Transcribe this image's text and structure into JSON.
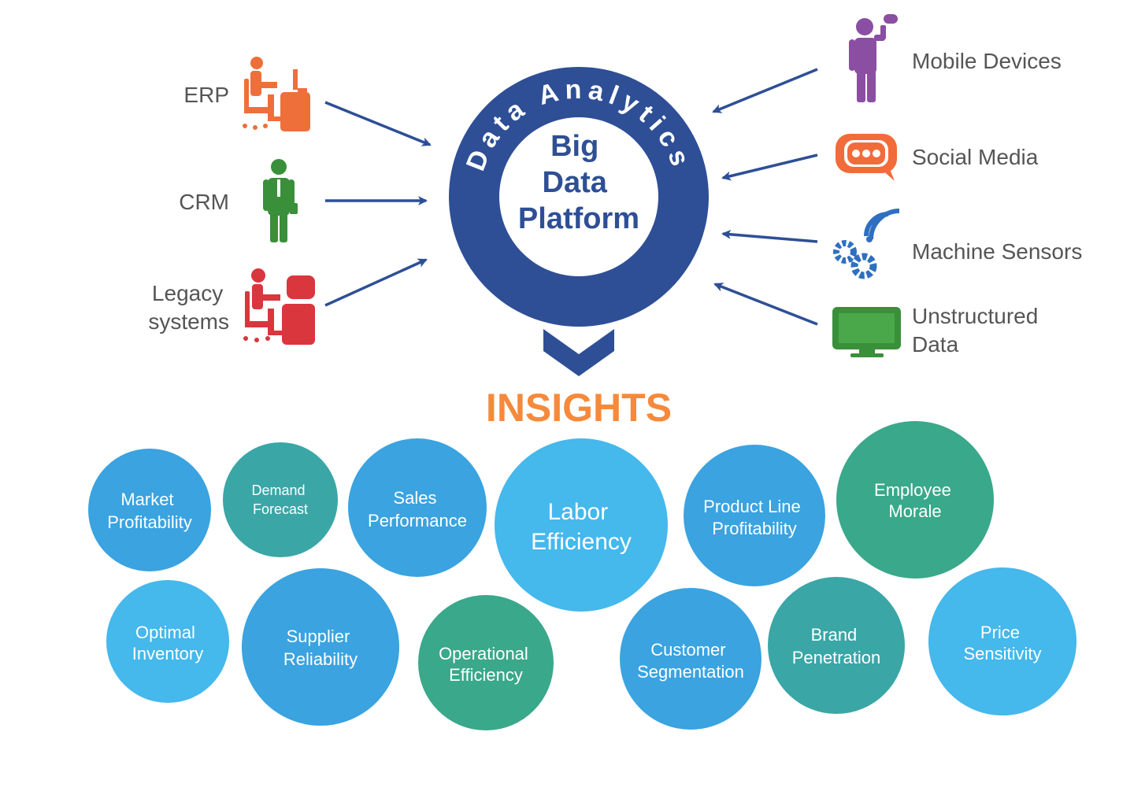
{
  "left_sources": [
    {
      "lines": [
        "ERP"
      ],
      "icon": "person-at-desk-icon",
      "color": "#ef6f3a"
    },
    {
      "lines": [
        "CRM"
      ],
      "icon": "businessman-icon",
      "color": "#3a8f3a"
    },
    {
      "lines": [
        "Legacy",
        "systems"
      ],
      "icon": "person-at-computer-icon",
      "color": "#d9363e"
    }
  ],
  "right_sources": [
    {
      "lines": [
        "Mobile Devices"
      ],
      "icon": "person-with-phone-icon",
      "color": "#8a4ea3"
    },
    {
      "lines": [
        "Social Media"
      ],
      "icon": "chat-bubble-icon",
      "color": "#f26b3a"
    },
    {
      "lines": [
        "Machine Sensors"
      ],
      "icon": "gears-signal-icon",
      "color": "#2f6fc0"
    },
    {
      "lines": [
        "Unstructured",
        "Data"
      ],
      "icon": "monitor-icon",
      "color": "#3a8f3a"
    }
  ],
  "hub": {
    "ring_text": "Data Analytics",
    "center_lines": [
      "Big",
      "Data",
      "Platform"
    ],
    "ring_color": "#2e4f96",
    "chevron_color": "#2e4f96"
  },
  "insights_title": "INSIGHTS",
  "insights_color": "#f58a3c",
  "colors": {
    "blue": "#3aa3e0",
    "light": "#45b8ec",
    "teal": "#3aa6a6",
    "green": "#3aa88a",
    "source_text": "#555555"
  },
  "insights": [
    {
      "lines": [
        "Market",
        "Profitability"
      ],
      "tone": "blue"
    },
    {
      "lines": [
        "Demand",
        "Forecast"
      ],
      "tone": "teal"
    },
    {
      "lines": [
        "Sales",
        "Performance"
      ],
      "tone": "blue"
    },
    {
      "lines": [
        "Labor",
        "Efficiency"
      ],
      "tone": "light"
    },
    {
      "lines": [
        "Product Line",
        "Profitability"
      ],
      "tone": "blue"
    },
    {
      "lines": [
        "Employee",
        "Morale"
      ],
      "tone": "green"
    },
    {
      "lines": [
        "Optimal",
        "Inventory"
      ],
      "tone": "light"
    },
    {
      "lines": [
        "Supplier",
        "Reliability"
      ],
      "tone": "blue"
    },
    {
      "lines": [
        "Operational",
        "Efficiency"
      ],
      "tone": "green"
    },
    {
      "lines": [
        "Customer",
        "Segmentation"
      ],
      "tone": "blue"
    },
    {
      "lines": [
        "Brand",
        "Penetration"
      ],
      "tone": "teal"
    },
    {
      "lines": [
        "Price",
        "Sensitivity"
      ],
      "tone": "light"
    }
  ]
}
